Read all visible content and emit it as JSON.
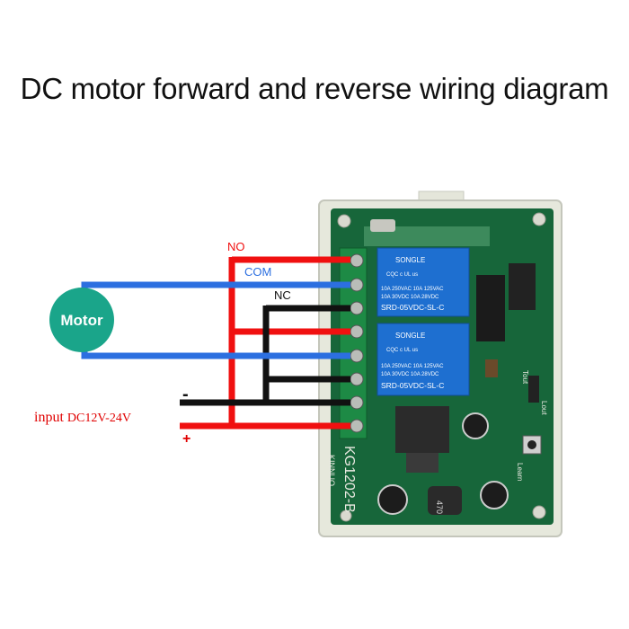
{
  "title": "DC motor forward and reverse wiring diagram",
  "motor": {
    "label": "Motor"
  },
  "wire_labels": {
    "no": "NO",
    "com": "COM",
    "nc": "NC"
  },
  "input": {
    "prefix": "input",
    "voltage": "DC12V-24V",
    "minus": "-",
    "plus": "+"
  },
  "board": {
    "model": "KG1202-B",
    "relay_brand": "SONGLE",
    "relay_rating_1": "10A 250VAC  10A 125VAC",
    "relay_rating_2": "10A  30VDC  10A  28VDC",
    "relay_model": "SRD-05VDC-SL-C",
    "relay_marks": "CQC  c UL us",
    "pin_tout": "Tout",
    "pin_lout": "Lout",
    "learn": "Learn",
    "inductor": "470",
    "vendor": "KINNUO"
  },
  "colors": {
    "red": "#f01010",
    "blue": "#2c6fe0",
    "black": "#111111",
    "motor": "#1aa58a",
    "pcb": "#17663a",
    "relay": "#1e6fd0"
  }
}
